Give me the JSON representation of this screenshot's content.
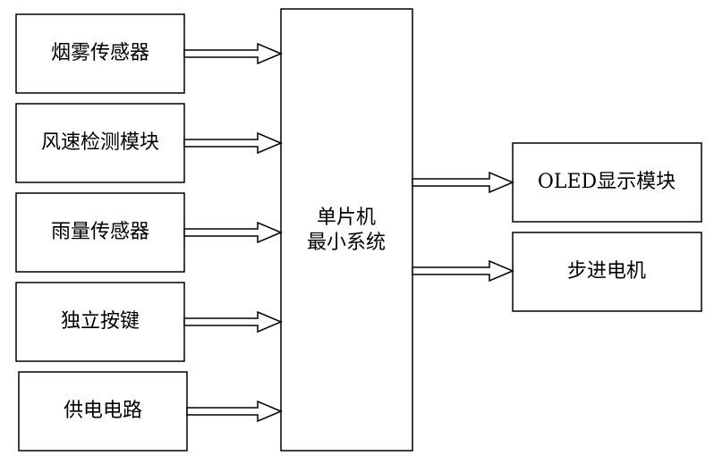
{
  "inputs": [
    {
      "label": "烟雾传感器"
    },
    {
      "label": "风速检测模块"
    },
    {
      "label": "雨量传感器"
    },
    {
      "label": "独立按键"
    },
    {
      "label": "供电电路"
    }
  ],
  "mcu": {
    "line1": "单片机",
    "line2": "最小系统"
  },
  "outputs": [
    {
      "label": "OLED显示模块"
    },
    {
      "label": "步进电机"
    }
  ]
}
